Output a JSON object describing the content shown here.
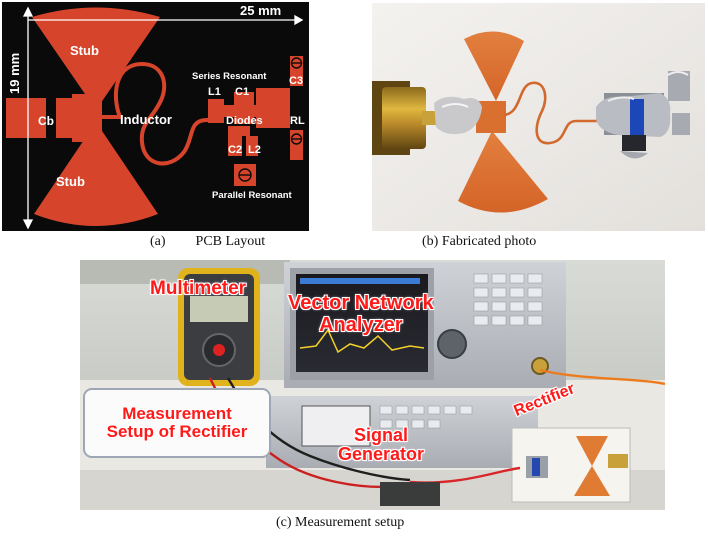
{
  "pcb": {
    "width_dim": "25 mm",
    "height_dim": "19 mm",
    "labels": {
      "stub_top": "Stub",
      "stub_bottom": "Stub",
      "cb": "Cb",
      "inductor": "Inductor",
      "series_resonant": "Series Resonant",
      "l1": "L1",
      "c1": "C1",
      "c3": "C3",
      "diodes": "Diodes",
      "rl": "RL",
      "c2": "C2",
      "l2": "L2",
      "parallel_resonant": "Parallel Resonant"
    },
    "colors": {
      "background": "#0a0a0a",
      "copper": "#d6452b"
    }
  },
  "captions": {
    "a_prefix": "(a)",
    "a_text": "PCB Layout",
    "b": "(b) Fabricated photo",
    "c": "(c) Measurement setup"
  },
  "setup": {
    "multimeter": "Multimeter",
    "vna_line1": "Vector Network",
    "vna_line2": "Analyzer",
    "setup_line1": "Measurement",
    "setup_line2": "Setup of Rectifier",
    "siggen_line1": "Signal",
    "siggen_line2": "Generator",
    "rectifier": "Rectifier",
    "label_color": "#ff1a1a"
  }
}
